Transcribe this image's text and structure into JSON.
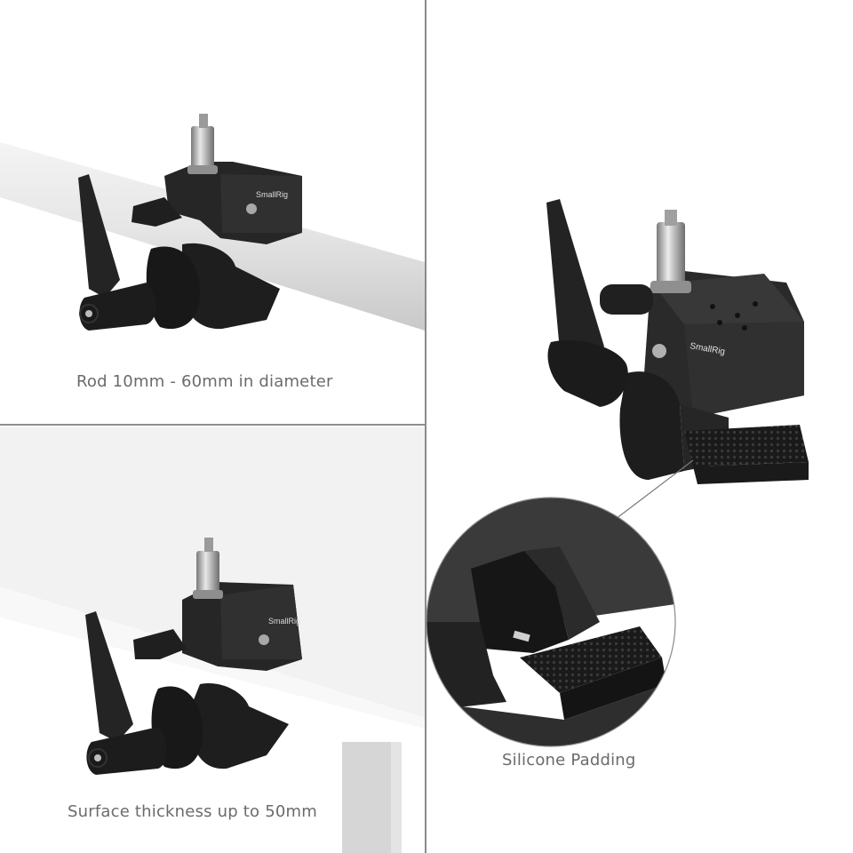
{
  "brand": "SmallRig",
  "panels": {
    "rod": {
      "caption": "Rod 10mm - 60mm in diameter",
      "logo_text": "SmallRig"
    },
    "surface": {
      "caption": "Surface thickness up to 50mm",
      "logo_text": "SmallRig"
    },
    "detail": {
      "caption": "Silicone Padding",
      "logo_text": "SmallRig"
    }
  },
  "colors": {
    "clamp_body": "#2b2b2b",
    "caption_text": "#6b6b6b",
    "divider": "#8a8a8a",
    "rod": "#dcdcdc",
    "table": "#ffffff",
    "background_surface": "#f2f2f2"
  }
}
